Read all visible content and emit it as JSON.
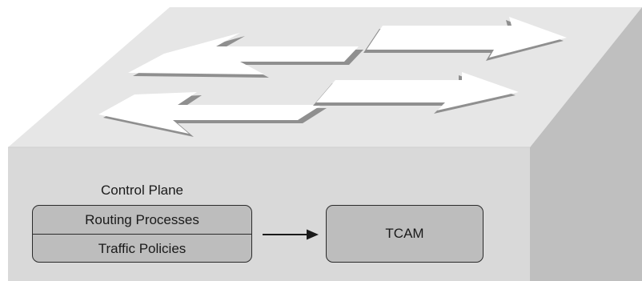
{
  "control_plane": {
    "title": "Control Plane",
    "rows": [
      "Routing Processes",
      "Traffic Policies"
    ]
  },
  "tcam": {
    "label": "TCAM"
  },
  "colors": {
    "top_face": "#e6e6e6",
    "front_face": "#d9d9d9",
    "side_face": "#bfbfbf",
    "box_fill": "#bdbdbd",
    "arrow_fill": "#ffffff",
    "arrow_shadow": "#8f8f8f",
    "stroke": "#2b2b2b"
  },
  "icons": {
    "arrows": [
      "left-arrow-icon",
      "right-arrow-icon",
      "left-arrow-icon",
      "right-arrow-icon"
    ],
    "connector": "arrow-right-icon"
  }
}
